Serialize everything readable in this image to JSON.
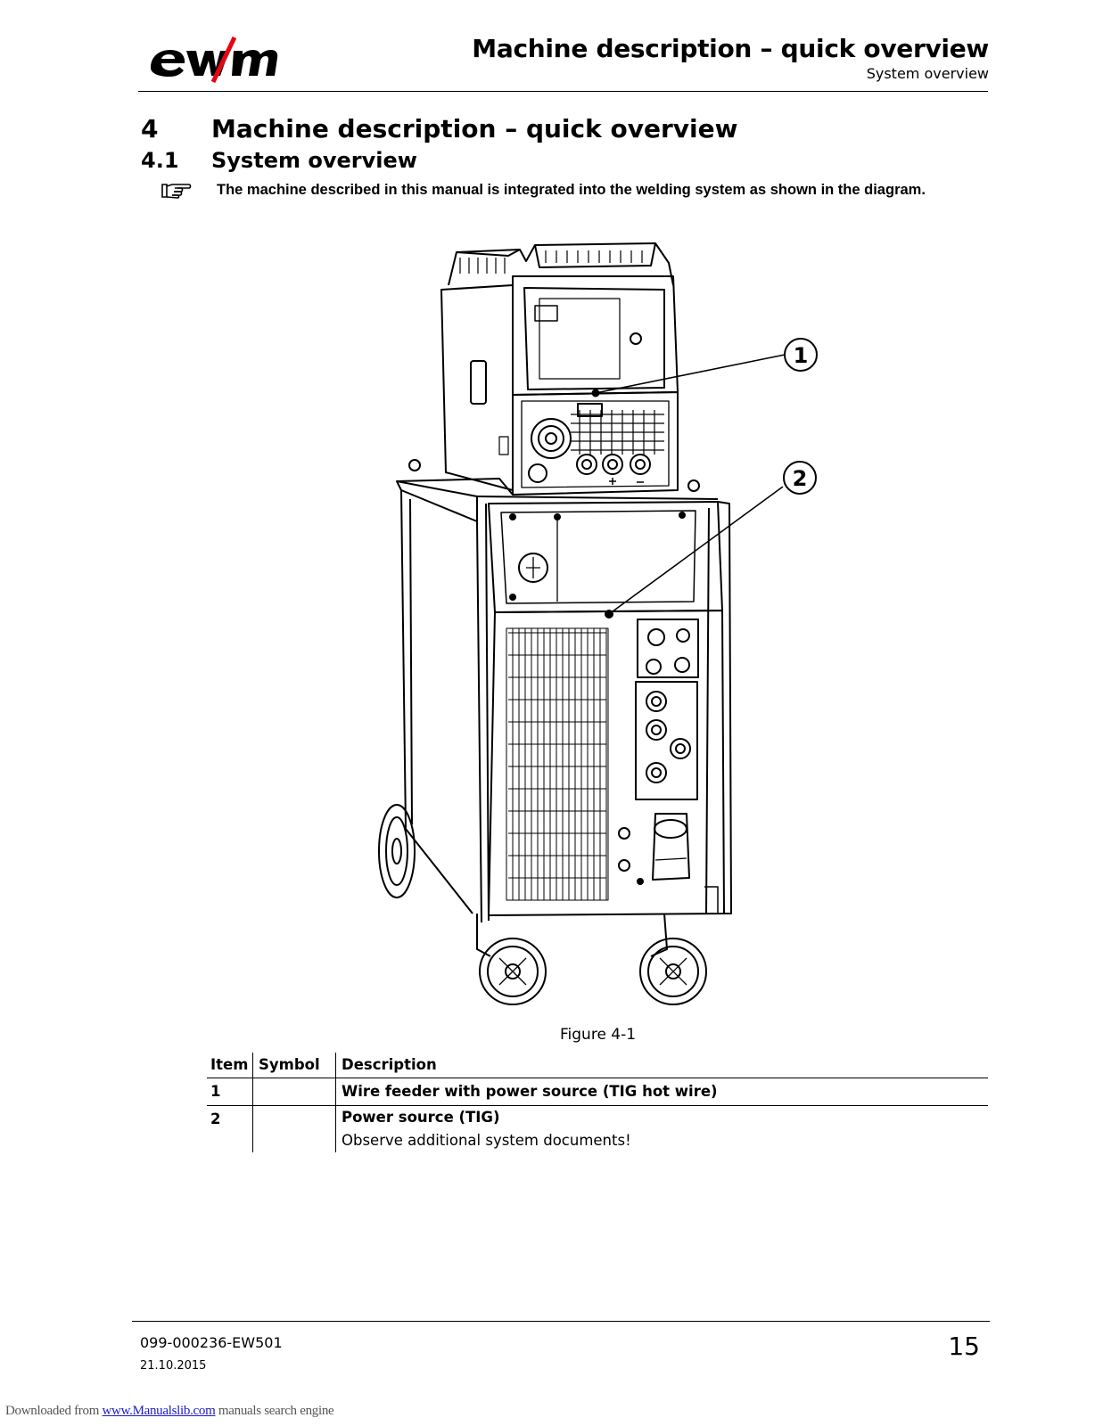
{
  "brand": {
    "logo_text": "ewm",
    "color": "#000000",
    "accent": "#e30613"
  },
  "header": {
    "title": "Machine description – quick overview",
    "subtitle": "System overview"
  },
  "section": {
    "number": "4",
    "title": "Machine description – quick overview"
  },
  "subsection": {
    "number": "4.1",
    "title": "System overview"
  },
  "note": {
    "icon": "pointing-hand-icon",
    "text": "The machine described in this manual is integrated into the welding system as shown in the diagram."
  },
  "figure": {
    "callouts": [
      "1",
      "2"
    ],
    "caption": "Figure 4-1"
  },
  "table": {
    "headers": [
      "Item",
      "Symbol",
      "Description"
    ],
    "rows": [
      {
        "item": "1",
        "symbol": "",
        "description": "Wire feeder with power source (TIG hot wire)",
        "note": ""
      },
      {
        "item": "2",
        "symbol": "",
        "description": "Power source (TIG)",
        "note": "Observe additional system documents!"
      }
    ]
  },
  "footer": {
    "doc_number": "099-000236-EW501",
    "date": "21.10.2015",
    "page": "15"
  },
  "download": {
    "prefix": "Downloaded from ",
    "link": "www.Manualslib.com",
    "suffix": " manuals search engine",
    "link_color": "#1a1acc"
  }
}
